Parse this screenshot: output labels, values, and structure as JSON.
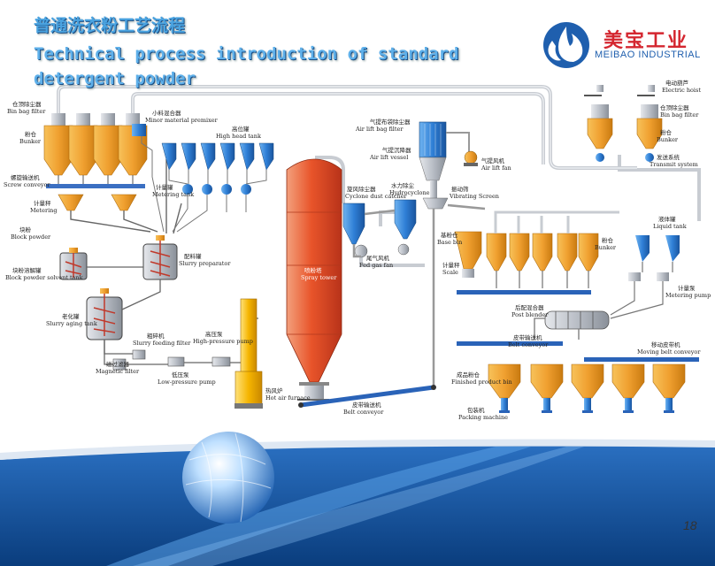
{
  "header": {
    "title_cn": "普通洗衣粉工艺流程",
    "title_en_line1": "Technical process introduction of standard",
    "title_en_line2": "detergent powder"
  },
  "logo": {
    "name_cn": "美宝工业",
    "name_en": "MEIBAO INDUSTRIAL",
    "icon": "flame-drop-logo-icon"
  },
  "page_number": "18",
  "colors": {
    "hopper_orange": "#f0a030",
    "tank_blue": "#2f7fd6",
    "pipe_gray": "#c8ccd2",
    "tower_red": "#e8542a",
    "furnace_yellow": "#f5b400",
    "belt_blue": "#2a63b8",
    "footer_blue": "#0f4f9c"
  },
  "labels": {
    "bin_bag_filter": {
      "cn": "仓顶除尘器",
      "en": "Bin bag filter"
    },
    "bunker": {
      "cn": "粉仓",
      "en": "Bunker"
    },
    "screw_conveyor": {
      "cn": "螺旋输送机",
      "en": "Screw conveyor"
    },
    "metering": {
      "cn": "计量秤",
      "en": "Metering"
    },
    "block_powder": {
      "cn": "块粉",
      "en": "Block powder"
    },
    "block_powder_solvent_tank": {
      "cn": "块粉溶解罐",
      "en": "Block powder solvent tank"
    },
    "minor_material_premixer": {
      "cn": "小料混合器",
      "en": "Minor material premixer"
    },
    "high_head_tank": {
      "cn": "高位罐",
      "en": "High head tank"
    },
    "metering_tank": {
      "cn": "计量罐",
      "en": "Metering tank"
    },
    "slurry_preparator": {
      "cn": "配料罐",
      "en": "Slurry preparator"
    },
    "slurry_aging_tank": {
      "cn": "老化罐",
      "en": "Slurry aging tank"
    },
    "slurry_feeding_filter": {
      "cn": "粗碎机",
      "en": "Slurry feeding filter"
    },
    "high_pressure_pump": {
      "cn": "高压泵",
      "en": "High-pressure pump"
    },
    "magnetic_filter": {
      "cn": "磁过滤器",
      "en": "Magnetic filter"
    },
    "low_pressure_pump": {
      "cn": "低压泵",
      "en": "Low-pressure pump"
    },
    "spray_tower": {
      "cn": "喷粉塔",
      "en": "Spray tower"
    },
    "hot_air_furnace": {
      "cn": "热风炉",
      "en": "Hot air furnace"
    },
    "cyclone_dust_catcher": {
      "cn": "旋风除尘器",
      "en": "Cyclone dust catcher"
    },
    "hydrocyclone": {
      "cn": "水力除尘",
      "en": "Hydrocyclone"
    },
    "fed_gas_fan": {
      "cn": "尾气风机",
      "en": "Fed gas fan"
    },
    "air_lift_bag_filter": {
      "cn": "气提布袋除尘器",
      "en": "Air lift bag filter"
    },
    "air_lift_vessel": {
      "cn": "气提沉降器",
      "en": "Air lift vessel"
    },
    "air_lift_fan": {
      "cn": "气提风机",
      "en": "Air lift fan"
    },
    "vibrating_screen": {
      "cn": "振动筛",
      "en": "Vibrating Screen"
    },
    "belt_conveyor": {
      "cn": "皮带输送机",
      "en": "Belt conveyor"
    },
    "base_bin": {
      "cn": "基粉仓",
      "en": "Base bin"
    },
    "scale": {
      "cn": "计量秤",
      "en": "Scale"
    },
    "bunker_right": {
      "cn": "粉仓",
      "en": "Bunker"
    },
    "electric_hoist": {
      "cn": "电动葫芦",
      "en": "Electric hoist"
    },
    "bin_bag_filter_right": {
      "cn": "仓顶除尘器",
      "en": "Bin bag filter"
    },
    "bunker_top_right": {
      "cn": "粉仓",
      "en": "Bunker"
    },
    "transmit_system": {
      "cn": "发送系统",
      "en": "Transmit system"
    },
    "liquid_tank": {
      "cn": "液体罐",
      "en": "Liquid tank"
    },
    "metering_pump": {
      "cn": "计量泵",
      "en": "Metering pump"
    },
    "post_blender": {
      "cn": "后配混合器",
      "en": "Post blender"
    },
    "belt_conveyor_right": {
      "cn": "皮带输送机",
      "en": "Belt conveyor"
    },
    "moving_belt_conveyor": {
      "cn": "移动皮带机",
      "en": "Moving belt conveyor"
    },
    "finished_product_bin": {
      "cn": "成品粉仓",
      "en": "Finished product bin"
    },
    "packing_machine": {
      "cn": "包装机",
      "en": "Packing machine"
    }
  }
}
